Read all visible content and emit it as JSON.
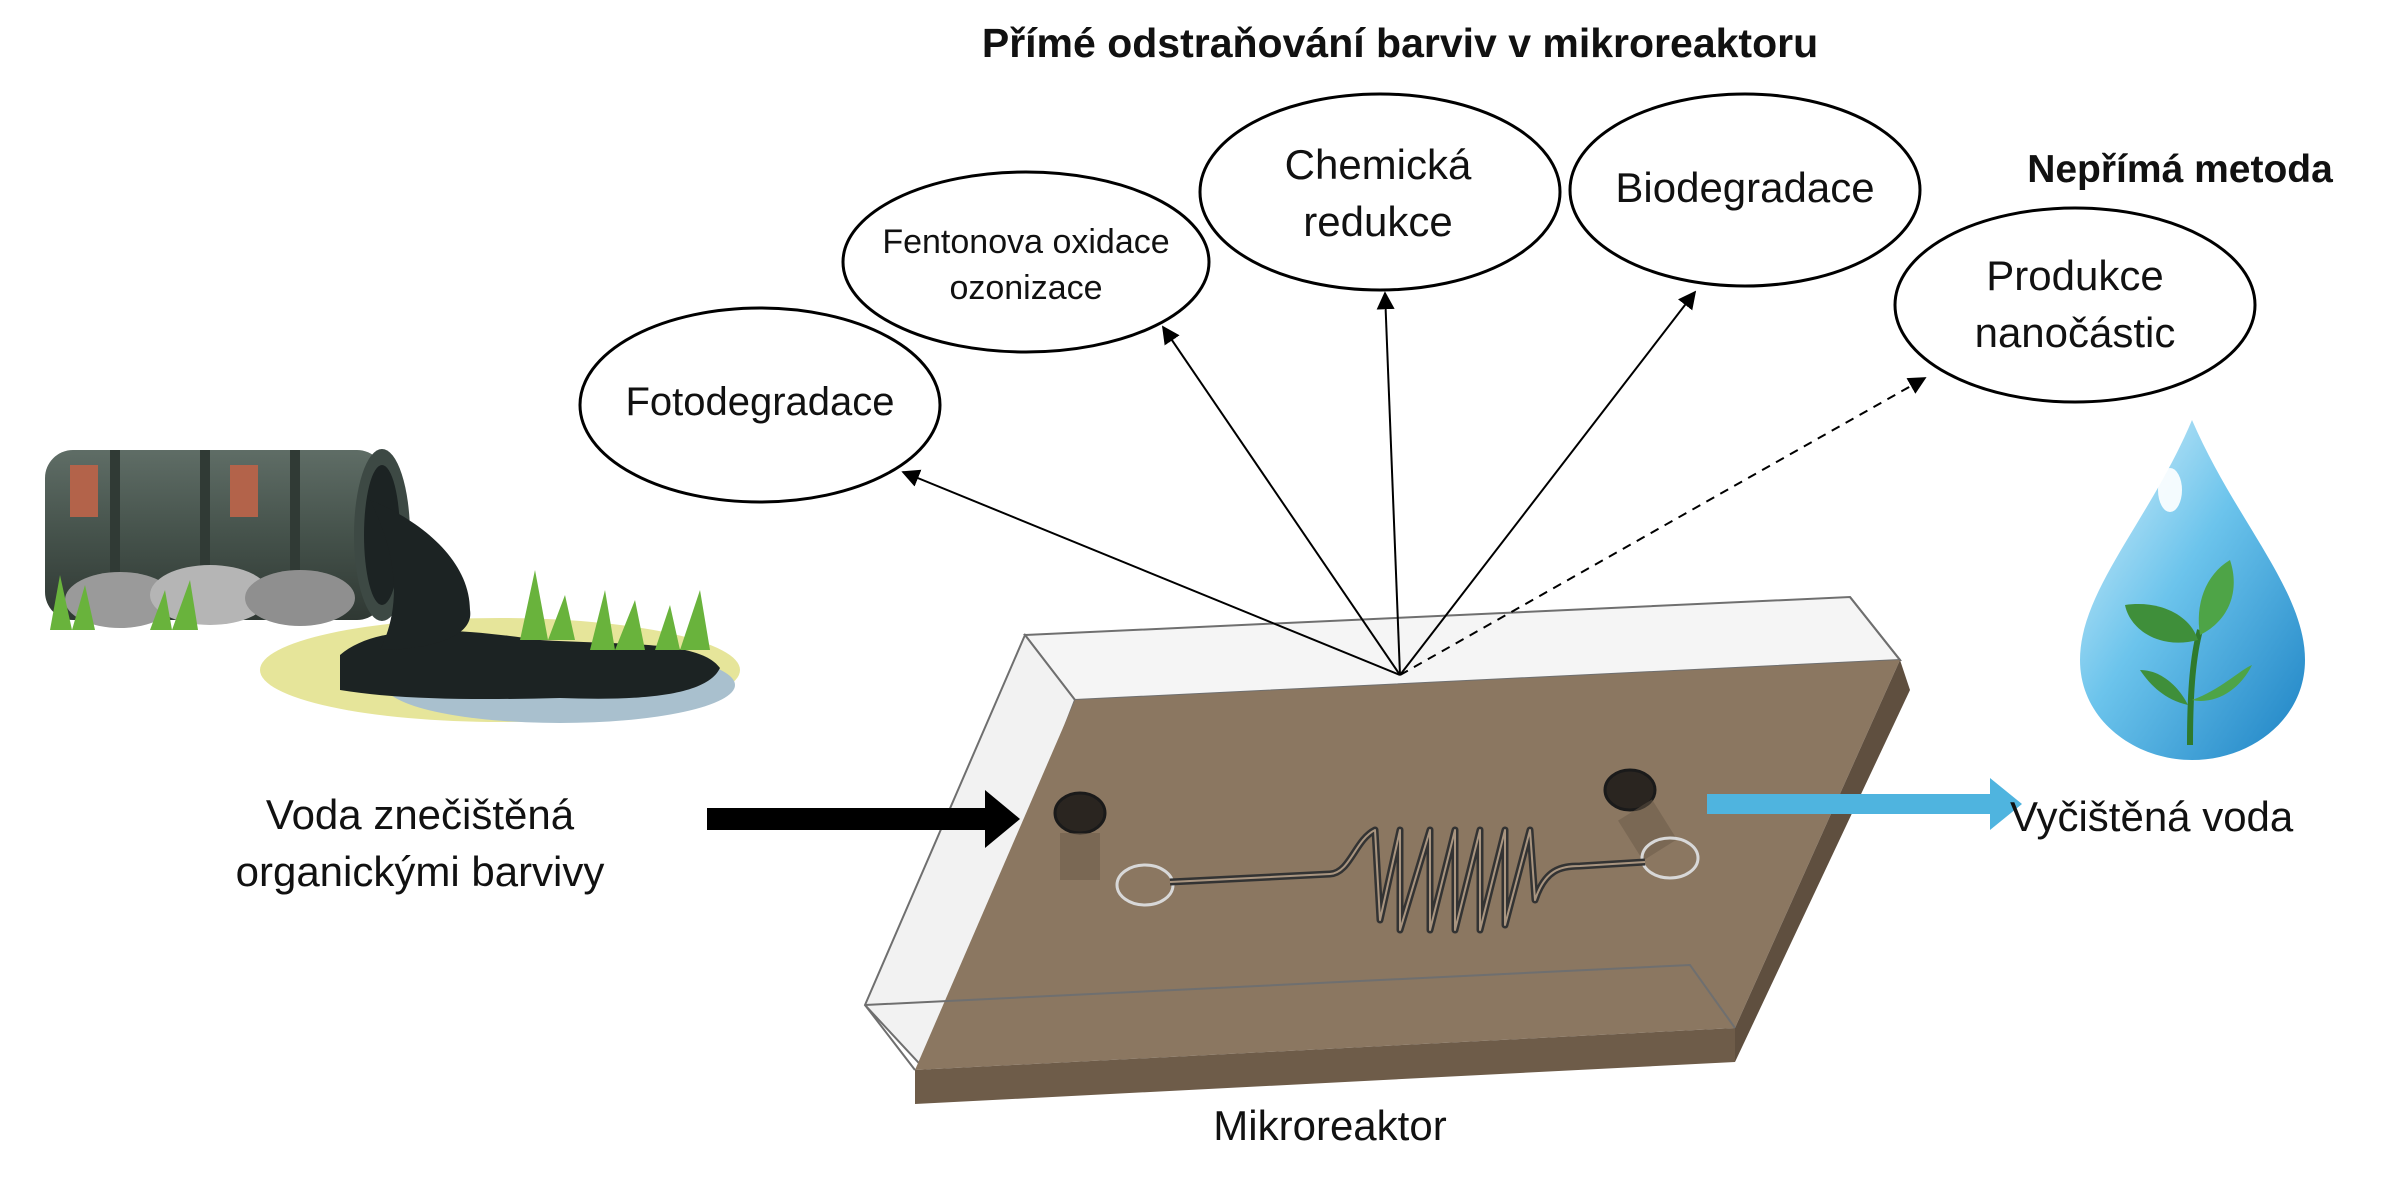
{
  "title": "Přímé odstraňování barviv v mikroreaktoru",
  "indirect_label": "Nepřímá metoda",
  "methods": {
    "fotodegradace": "Fotodegradace",
    "fenton": "Fentonova oxidace\nozonizace",
    "chemicka": "Chemická\nredukce",
    "biodegradace": "Biodegradace",
    "nanocastice": "Produkce\nnanočástic"
  },
  "input_label": "Voda znečištěná\norganickými barvivy",
  "output_label": "Vyčištěná voda",
  "reactor_label": "Mikroreaktor",
  "colors": {
    "reactor_top": "#8b7761",
    "reactor_side": "#6e5c49",
    "outflow_arrow": "#4fb4df",
    "inflow_arrow": "#000000",
    "barrel": "#4a5750",
    "rust": "#b3634a",
    "dye": "#1c2323",
    "water_drop": "#3aa3d9",
    "leaf": "#3f8f3a"
  },
  "icons": {
    "barrel": "leaking-barrel-icon",
    "drop": "water-drop-with-plant-icon"
  }
}
